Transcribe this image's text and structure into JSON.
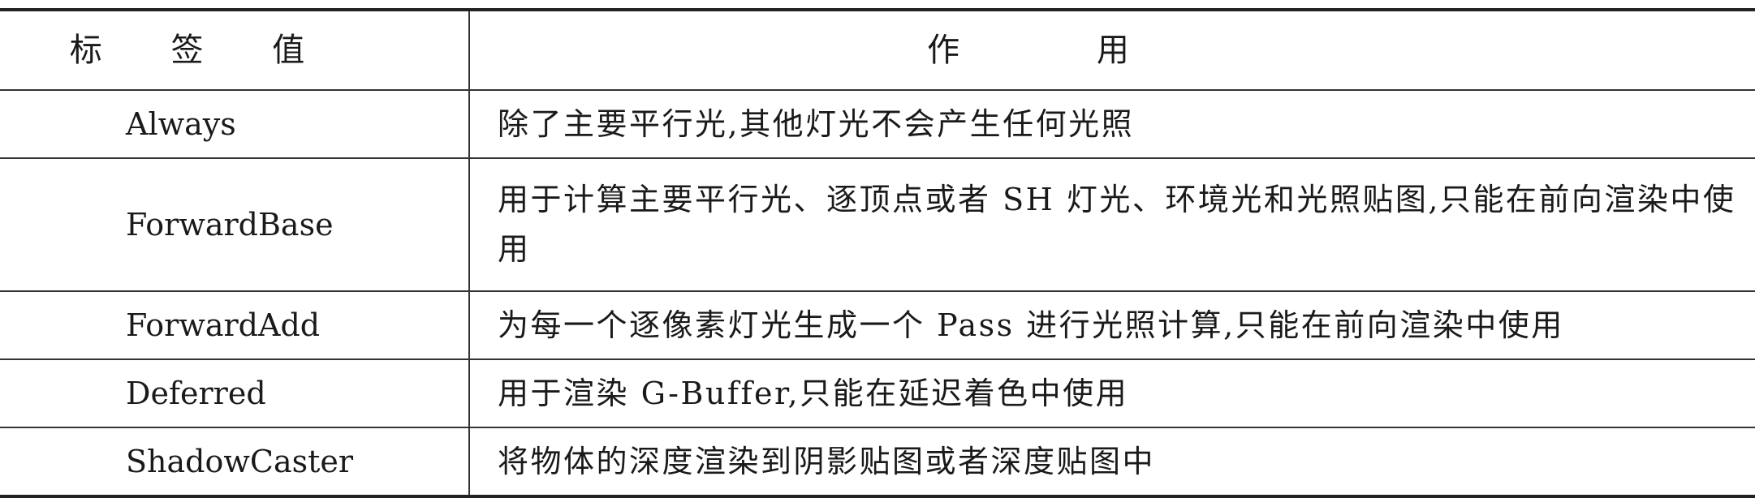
{
  "table": {
    "headers": [
      "标 签 值",
      "作 用"
    ],
    "rows": [
      {
        "tag": "Always",
        "purpose": "除了主要平行光,其他灯光不会产生任何光照"
      },
      {
        "tag": "ForwardBase",
        "purpose": "用于计算主要平行光、逐顶点或者 SH 灯光、环境光和光照贴图,只能在前向渲染中使用"
      },
      {
        "tag": "ForwardAdd",
        "purpose": "为每一个逐像素灯光生成一个 Pass 进行光照计算,只能在前向渲染中使用"
      },
      {
        "tag": "Deferred",
        "purpose": "用于渲染 G-Buffer,只能在延迟着色中使用"
      },
      {
        "tag": "ShadowCaster",
        "purpose": "将物体的深度渲染到阴影贴图或者深度贴图中"
      }
    ]
  }
}
